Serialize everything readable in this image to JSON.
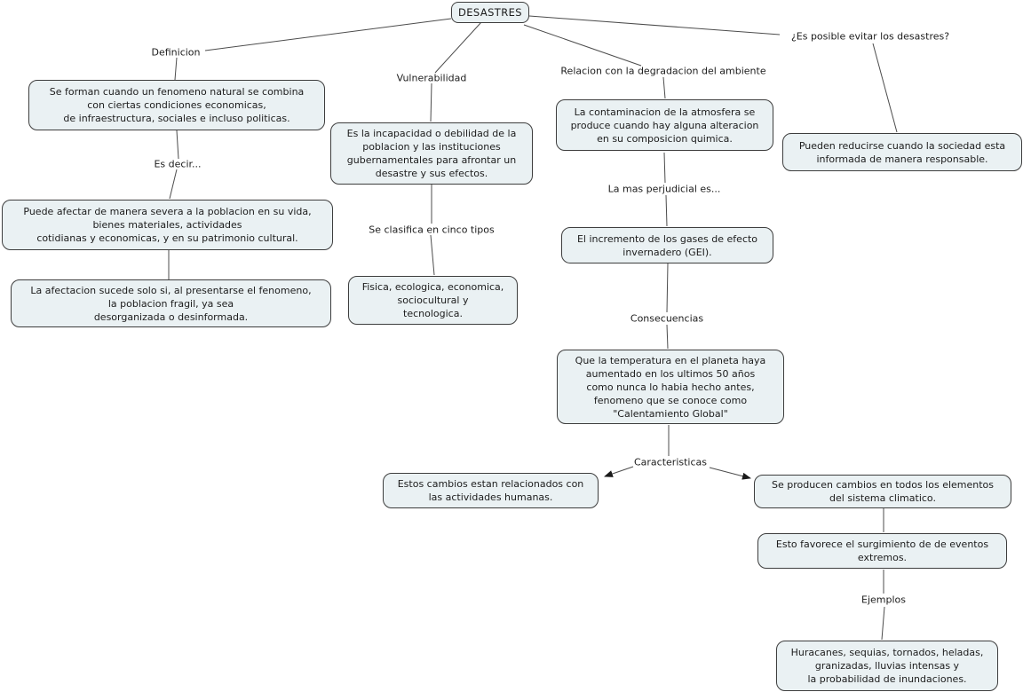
{
  "diagram": {
    "root": "DESASTRES",
    "labels": {
      "definicion": "Definicion",
      "es_decir": "Es decir...",
      "vulnerabilidad": "Vulnerabilidad",
      "clasifica": "Se clasifica en cinco tipos",
      "relacion": "Relacion con la degradacion del ambiente",
      "perjudicial": "La mas perjudicial es...",
      "consecuencias": "Consecuencias",
      "caracteristicas": "Caracteristicas",
      "ejemplos": "Ejemplos",
      "evitar": "¿Es posible evitar los desastres?"
    },
    "boxes": {
      "definicion": "Se forman cuando un fenomeno natural se combina\ncon ciertas condiciones economicas,\nde infraestructura, sociales e incluso politicas.",
      "afectar": "Puede afectar de manera severa a la poblacion en su vida,\nbienes materiales, actividades\ncotidianas y economicas, y en su patrimonio cultural.",
      "afectacion": "La afectacion sucede solo si, al presentarse el fenomeno,\nla poblacion fragil, ya sea\ndesorganizada o desinformada.",
      "vulnerabilidad_def": "Es la incapacidad o debilidad de la\npoblacion y las instituciones\ngubernamentales para afrontar un\ndesastre y sus efectos.",
      "tipos": "Fisica, ecologica, economica,\nsociocultural y\ntecnologica.",
      "contaminacion": "La contaminacion de la atmosfera se\nproduce cuando hay alguna alteracion\nen su composicion quimica.",
      "gei": "El incremento de los gases de efecto\ninvernadero (GEI).",
      "calentamiento": "Que la temperatura en el planeta haya\naumentado en los ultimos 50 años\ncomo nunca lo habia hecho antes,\nfenomeno que se conoce como\n\"Calentamiento Global\"",
      "cambios_humanos": "Estos cambios estan relacionados con\nlas actividades humanas.",
      "cambios_clima": "Se producen cambios en todos los elementos\ndel sistema climatico.",
      "eventos_extremos": "Esto favorece el surgimiento de de eventos\nextremos.",
      "ejemplos_lista": "Huracanes, sequias, tornados, heladas,\ngranizadas, lluvias intensas y\nla probabilidad de inundaciones.",
      "reducirse": "Pueden reducirse cuando la sociedad esta\ninformada de manera responsable."
    },
    "colors": {
      "node_fill": "#eaf1f3",
      "node_border": "#3d3d3d",
      "line": "#4c4c4c",
      "arrowhead": "#1a1a1a",
      "text": "#1c1c1c",
      "background": "#ffffff"
    }
  }
}
